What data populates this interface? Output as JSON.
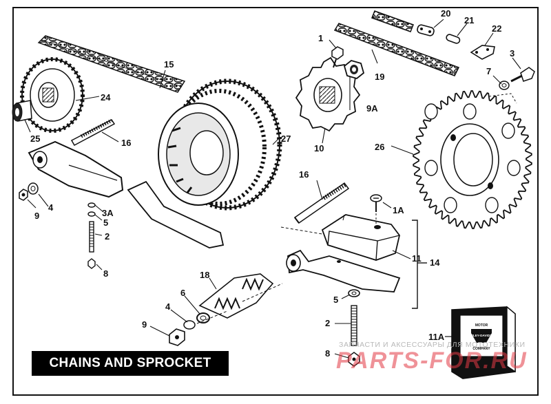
{
  "title": "CHAINS AND SPROCKET",
  "labels": {
    "l1": "1",
    "l1A": "1A",
    "l2a": "2",
    "l2b": "2",
    "l3": "3",
    "l3A": "3A",
    "l4a": "4",
    "l4b": "4",
    "l5a": "5",
    "l5b": "5",
    "l6": "6",
    "l7": "7",
    "l8a": "8",
    "l8b": "8",
    "l9a": "9",
    "l9b": "9",
    "l9A": "9A",
    "l10": "10",
    "l11": "11",
    "l11A": "11A",
    "l14": "14",
    "l15": "15",
    "l16a": "16",
    "l16b": "16",
    "l18": "18",
    "l19": "19",
    "l20": "20",
    "l21": "21",
    "l22": "22",
    "l24": "24",
    "l25": "25",
    "l26": "26",
    "l27": "27"
  },
  "kit_box": {
    "logo_line1": "MOTOR",
    "logo_line2": "HARLEY-DAVIDSON",
    "logo_line3": "COMPANY"
  },
  "watermark": {
    "top_text": "ЗАПЧАСТИ И АКСЕССУАРЫ ДЛЯ МОТОТЕХНИКИ",
    "main_text": "PARTS-FOR.RU"
  }
}
